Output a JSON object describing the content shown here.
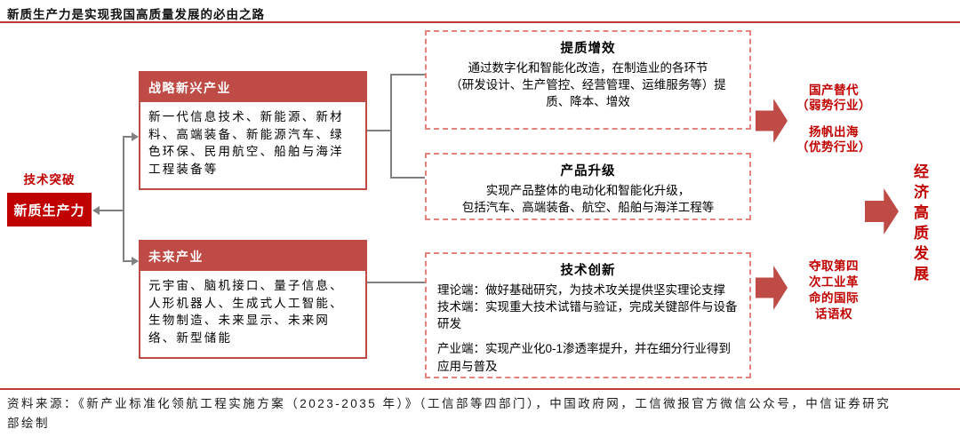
{
  "title": "新质生产力是实现我国高质量发展的必由之路",
  "left": {
    "caption": "技术突破",
    "node_label": "新质生产力"
  },
  "industries": [
    {
      "header": "战略新兴产业",
      "body": "新一代信息技术、新能源、新材料、高端装备、新能源汽车、绿色环保、民用航空、船舶与海洋工程装备等"
    },
    {
      "header": "未来产业",
      "body": "元宇宙、脑机接口、量子信息、人形机器人、生成式人工智能、生物制造、未来显示、未来网络、新型储能"
    }
  ],
  "outcomes": [
    {
      "title": "提质增效",
      "body": "通过数字化和智能化改造，在制造业的各环节\n（研发设计、生产管控、经营管理、运维服务等）提\n质、降本、增效"
    },
    {
      "title": "产品升级",
      "body": "实现产品整体的电动化和智能化升级，\n包括汽车、高端装备、航空、船舶与海洋工程等"
    },
    {
      "title": "技术创新",
      "para1": "理论端：做好基础研究，为技术攻关提供坚实理论支撑\n技术端：实现重大技术试错与验证，完成关键部件与设备研发",
      "para2": "产业端：实现产业化0-1渗透率提升，并在细分行业得到应用与普及"
    }
  ],
  "results": [
    {
      "group1": "国产替代\n（弱势行业）",
      "group2": "扬帆出海\n（优势行业）"
    },
    {
      "text": "夺取第四\n次工业革\n命的国际\n话语权"
    }
  ],
  "goal": "经\n济\n高\n质\n发\n展",
  "source": "资料来源：《新产业标准化领航工程实施方案（2023-2035 年）》（工信部等四部门），中国政府网，工信微报官方微信公众号，中信证券研究部绘制",
  "colors": {
    "accent": "#c00000",
    "brick": "#bf4b47",
    "dashed_border": "#e5827d",
    "connector": "#808080"
  }
}
